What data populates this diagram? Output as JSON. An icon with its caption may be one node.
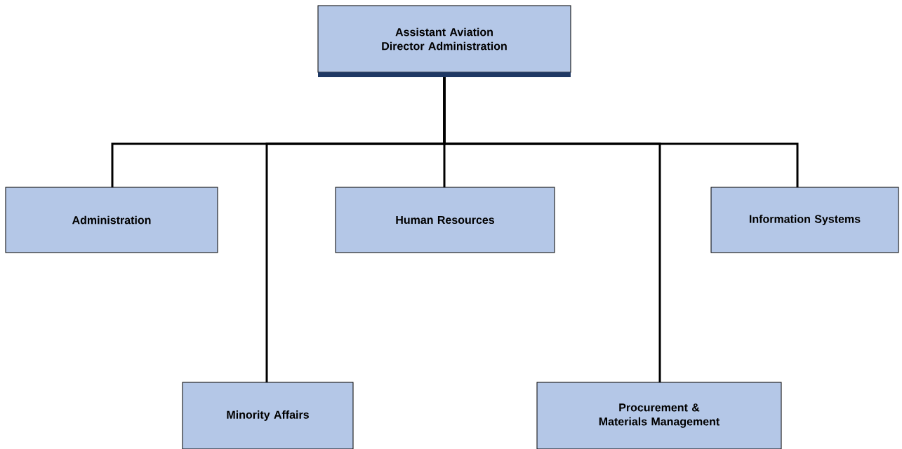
{
  "diagram": {
    "nodes": [
      {
        "text": [
          "Assistant Aviation Director Administration"
        ]
      },
      {
        "text": [
          "Administration"
        ]
      },
      {
        "text": [
          "Human Resources"
        ]
      },
      {
        "text": [
          "Information Systems"
        ]
      },
      {
        "text": [
          "Minority Affairs"
        ]
      },
      {
        "text": [
          "Procurement & Materials Management"
        ]
      }
    ],
    "edges": [
      {
        "from": 0,
        "to": 1,
        "arrow": "none"
      },
      {
        "from": 0,
        "to": 4,
        "arrow": "none"
      },
      {
        "from": 0,
        "to": 2,
        "arrow": "none"
      },
      {
        "from": 0,
        "to": 5,
        "arrow": "none"
      },
      {
        "from": 0,
        "to": 3,
        "arrow": "none"
      }
    ]
  }
}
